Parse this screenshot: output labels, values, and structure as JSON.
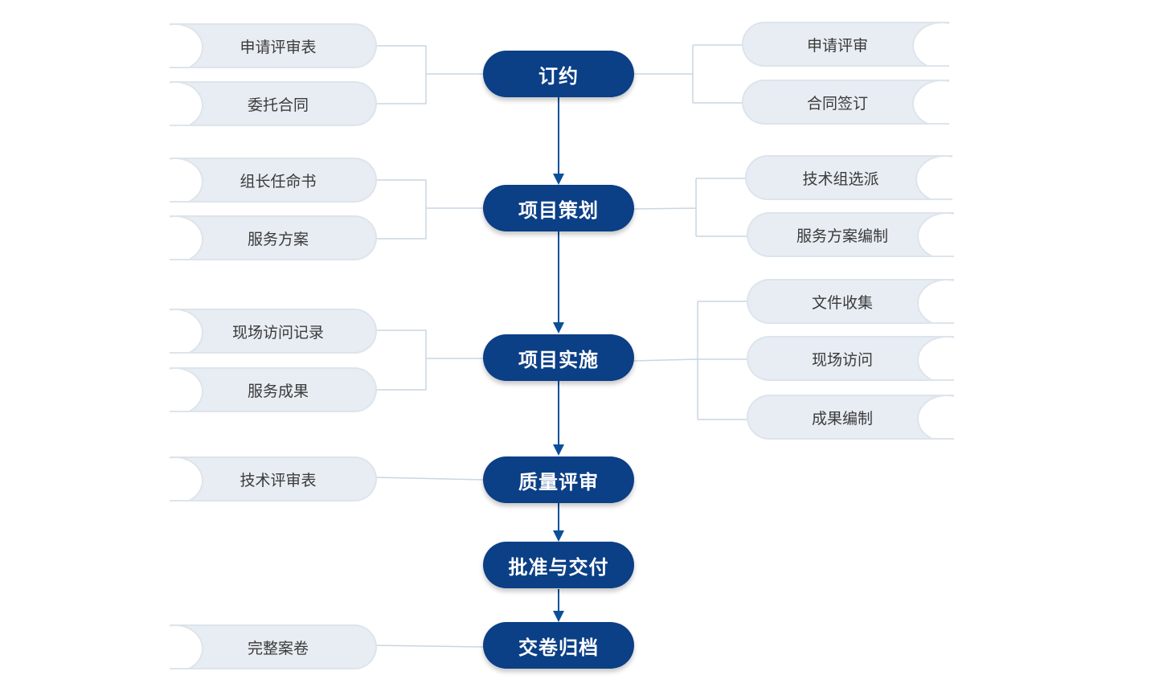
{
  "steps": [
    {
      "label": "订约"
    },
    {
      "label": "项目策划"
    },
    {
      "label": "项目实施"
    },
    {
      "label": "质量评审"
    },
    {
      "label": "批准与交付"
    },
    {
      "label": "交卷归档"
    }
  ],
  "left_docs": {
    "contract": [
      "申请评审表",
      "委托合同"
    ],
    "planning": [
      "组长任命书",
      "服务方案"
    ],
    "implementation": [
      "现场访问记录",
      "服务成果"
    ],
    "review": [
      "技术评审表"
    ],
    "archive": [
      "完整案卷"
    ]
  },
  "right_tasks": {
    "contract": [
      "申请评审",
      "合同签订"
    ],
    "planning": [
      "技术组选派",
      "服务方案编制"
    ],
    "implementation": [
      "文件收集",
      "现场访问",
      "成果编制"
    ]
  },
  "colors": {
    "step_fill": "#0b3f86",
    "arrow": "#0b4f9a",
    "tag_fill": "#e8edf3",
    "connector": "#c9d6e3"
  }
}
